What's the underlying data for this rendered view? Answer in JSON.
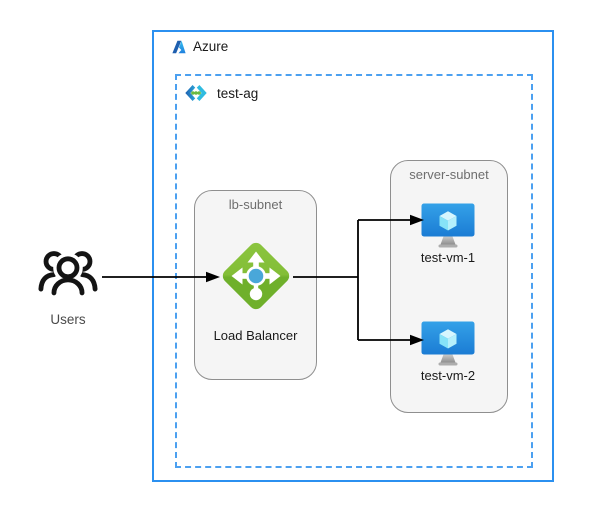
{
  "diagram": {
    "azure": {
      "label": "Azure"
    },
    "gateway": {
      "label": "test-ag"
    },
    "lb_subnet": {
      "title": "lb-subnet",
      "lb_label": "Load Balancer"
    },
    "server_subnet": {
      "title": "server-subnet",
      "vms": [
        {
          "label": "test-vm-1"
        },
        {
          "label": "test-vm-2"
        }
      ]
    },
    "users": {
      "label": "Users"
    }
  },
  "icons": {
    "azure_logo": "azure-a-logo",
    "app_gateway": "angle-brackets-with-dots",
    "load_balancer": "green-diamond-arrows",
    "virtual_machine": "monitor-with-cube",
    "users": "people-group-outline"
  },
  "colors": {
    "azure_border": "#2B90F0",
    "gateway_border": "#4CA0F0",
    "subnet_border": "#8F8F8F",
    "subnet_fill": "#F5F5F5",
    "subnet_title": "#6E6E6E",
    "label": "#1A1A1A",
    "users_label": "#4A4A4A",
    "connector": "#000000",
    "lb_green": "#7CBB36",
    "vm_blue": "#2490DE",
    "gateway_cyan": "#2FBBE0",
    "gateway_green": "#68BA41"
  }
}
